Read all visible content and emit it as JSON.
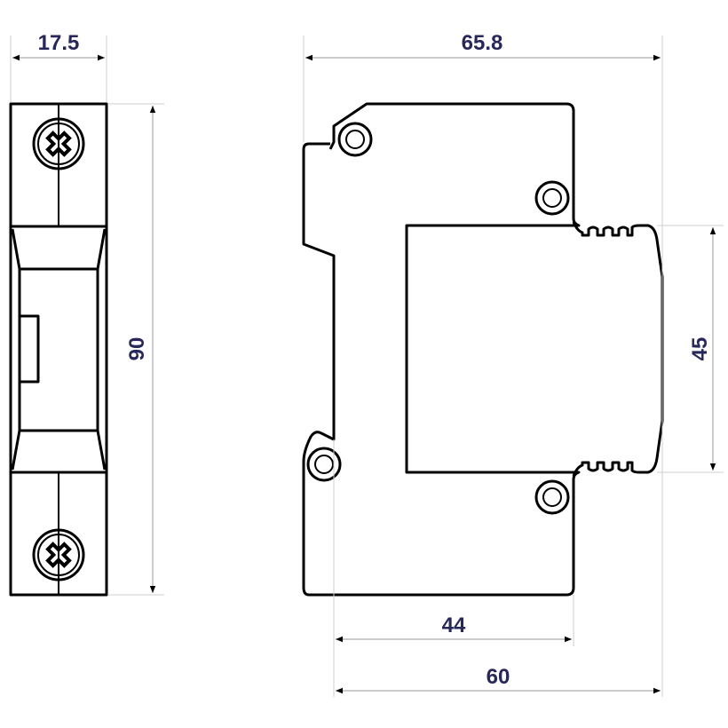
{
  "drawing": {
    "front_view": {
      "width_label": "17.5",
      "height_label": "90"
    },
    "side_view": {
      "overall_depth_label": "65.8",
      "module_height_label": "45",
      "inner_depth_label": "44",
      "rail_depth_label": "60"
    },
    "colors": {
      "outline": "#000000",
      "dimension_text": "#27275a",
      "extension_line": "#cfcfcf"
    }
  }
}
